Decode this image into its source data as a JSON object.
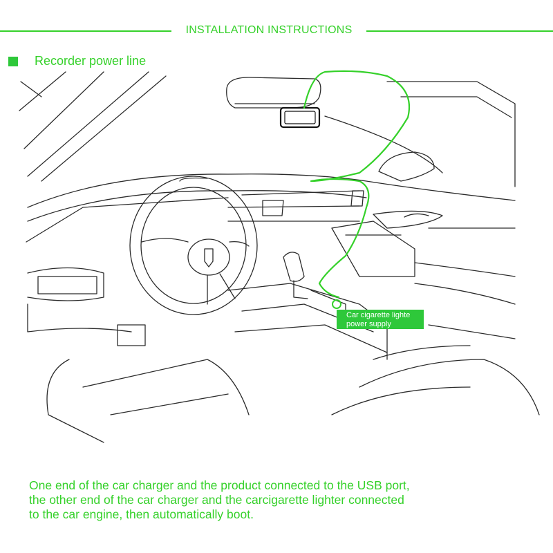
{
  "header": {
    "title": "INSTALLATION INSTRUCTIONS"
  },
  "legend": {
    "label": "Recorder power line",
    "color": "#2ec83a"
  },
  "callout": {
    "line1": "Car cigarette lighte",
    "line2": "power supply"
  },
  "caption": {
    "lines": [
      "One end of the car charger and the product connected to the USB port,",
      "the other end of the car charger and the carcigarette lighter connected",
      "to the car engine, then automatically boot."
    ]
  },
  "colors": {
    "accent": "#35d12a",
    "line_art": "#2b2b2b",
    "background": "#ffffff"
  }
}
